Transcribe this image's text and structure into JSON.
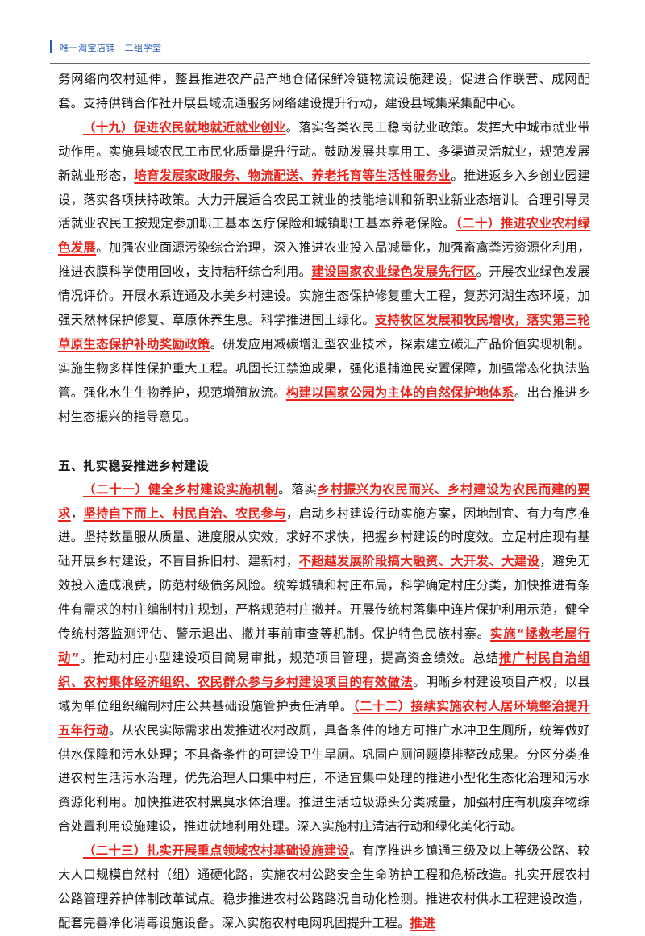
{
  "header": {
    "text": "唯一淘宝店铺　二组学堂"
  },
  "paragraphs": [
    {
      "indent": false,
      "runs": [
        {
          "t": "务网络向农村延伸，整县推进农产品产地仓储保鲜冷链物流设施建设，促进合作联营、成网配套。支持供销合作社开展县域流通服务网络建设提升行动，建设县域集采集配中心。",
          "s": "n"
        }
      ]
    },
    {
      "indent": true,
      "runs": [
        {
          "t": "（十九）促进农民就地就近就业创业",
          "s": "r"
        },
        {
          "t": "。落实各类农民工稳岗就业政策。发挥大中城市就业带动作用。实施县域农民工市民化质量提升行动。鼓励发展共享用工、多渠道灵活就业，规范发展新就业形态，",
          "s": "n"
        },
        {
          "t": "培育发展家政服务、物流配送、养老托育等生活性服务业",
          "s": "r"
        },
        {
          "t": "。推进返乡入乡创业园建设，落实各项扶持政策。大力开展适合农民工就业的技能培训和新职业新业态培训。合理引导灵活就业农民工按规定参加职工基本医疗保险和城镇职工基本养老保险。",
          "s": "n"
        },
        {
          "t": "（二十）推进农业农村绿色发展",
          "s": "r"
        },
        {
          "t": "。加强农业面源污染综合治理，深入推进农业投入品减量化，加强畜禽粪污资源化利用，推进农膜科学使用回收，支持秸秆综合利用。",
          "s": "n"
        },
        {
          "t": "建设国家农业绿色发展先行区",
          "s": "r"
        },
        {
          "t": "。开展农业绿色发展情况评价。开展水系连通及水美乡村建设。实施生态保护修复重大工程，复苏河湖生态环境，加强天然林保护修复、草原休养生息。科学推进国土绿化。",
          "s": "n"
        },
        {
          "t": "支持牧区发展和牧民增收，落实第三轮草原生态保护补助奖励政策",
          "s": "r"
        },
        {
          "t": "。研发应用减碳增汇型农业技术，探索建立碳汇产品价值实现机制。实施生物多样性保护重大工程。巩固长江禁渔成果，强化退捕渔民安置保障，加强常态化执法监管。强化水生生物养护，规范增殖放流。",
          "s": "n"
        },
        {
          "t": "构建以国家公园为主体的自然保护地体系",
          "s": "r"
        },
        {
          "t": "。出台推进乡村生态振兴的指导意见。",
          "s": "n"
        }
      ]
    }
  ],
  "section_title": "五、扎实稳妥推进乡村建设",
  "paragraphs2": [
    {
      "indent": true,
      "runs": [
        {
          "t": "（二十一）健全乡村建设实施机制",
          "s": "r"
        },
        {
          "t": "。落实",
          "s": "n"
        },
        {
          "t": "乡村振兴为农民而兴、乡村建设为农民而建的要求",
          "s": "r"
        },
        {
          "t": "，",
          "s": "n"
        },
        {
          "t": "坚持自下而上、村民自治、农民参与",
          "s": "r"
        },
        {
          "t": "，启动乡村建设行动实施方案，因地制宜、有力有序推进。坚持数量服从质量、进度服从实效，求好不求快，把握乡村建设的时度效。立足村庄现有基础开展乡村建设，不盲目拆旧村、建新村，",
          "s": "n"
        },
        {
          "t": "不超越发展阶段搞大融资、大开发、大建设",
          "s": "r"
        },
        {
          "t": "，避免无效投入造成浪费，防范村级债务风险。统筹城镇和村庄布局，科学确定村庄分类，加快推进有条件有需求的村庄编制村庄规划，严格规范村庄撤并。开展传统村落集中连片保护利用示范，健全传统村落监测评估、警示退出、撤并事前审查等机制。保护特色民族村寨。",
          "s": "n"
        },
        {
          "t": "实施“拯救老屋行动”",
          "s": "r"
        },
        {
          "t": "。推动村庄小型建设项目简易审批，规范项目管理，提高资金绩效。总结",
          "s": "n"
        },
        {
          "t": "推广村民自治组织、农村集体经济组织、农民群众参与乡村建设项目的有效做法",
          "s": "r"
        },
        {
          "t": "。明晰乡村建设项目产权，以县域为单位组织编制村庄公共基础设施管护责任清单。",
          "s": "n"
        },
        {
          "t": "（二十二）接续实施农村人居环境整治提升五年行动",
          "s": "r"
        },
        {
          "t": "。从农民实际需求出发推进农村改厕，具备条件的地方可推广水冲卫生厕所，统筹做好供水保障和污水处理；不具备条件的可建设卫生旱厕。巩固户厕问题摸排整改成果。分区分类推进农村生活污水治理，优先治理人口集中村庄，不适宜集中处理的推进小型化生态化治理和污水资源化利用。加快推进农村黑臭水体治理。推进生活垃圾源头分类减量，加强村庄有机废弃物综合处置利用设施建设，推进就地利用处理。深入实施村庄清洁行动和绿化美化行动。",
          "s": "n"
        }
      ]
    },
    {
      "indent": true,
      "runs": [
        {
          "t": "（二十三）扎实开展重点领域农村基础设施建设",
          "s": "r"
        },
        {
          "t": "。有序推进乡镇通三级及以上等级公路、较大人口规模自然村（组）通硬化路，实施农村公路安全生命防护工程和危桥改造。扎实开展农村公路管理养护体制改革试点。稳步推进农村公路路况自动化检测。推进农村供水工程建设改造，配套完善净化消毒设施设备。深入实施农村电网巩固提升工程。",
          "s": "n"
        },
        {
          "t": "推进",
          "s": "r"
        }
      ]
    }
  ]
}
